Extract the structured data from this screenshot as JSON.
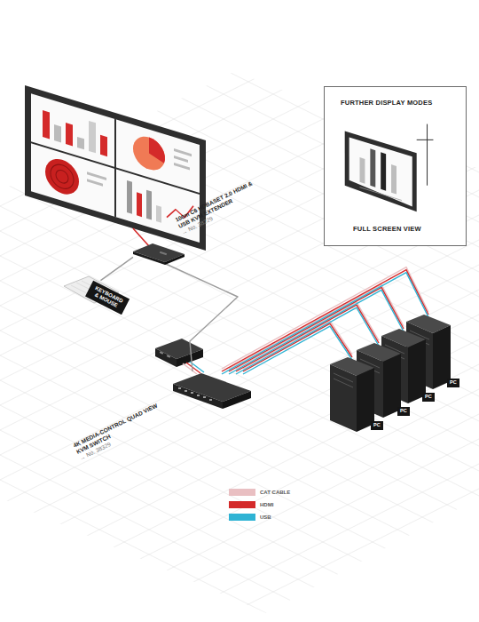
{
  "diagram": {
    "nodes": [
      {
        "text": [
          "FURTHER DISPLAY MODES",
          "FULL SCREEN VIEW"
        ]
      },
      {
        "text": [
          "100m C6 HDBASET 2.0 HDMI & USB KVM EXTENDER",
          "→ No. 38229"
        ]
      },
      {
        "text": [
          "KEYBOARD & MOUSE"
        ]
      },
      {
        "text": [
          "4K MEDIA-CONTROL QUAD VIEW KVM SWITCH",
          "→ No. 38329"
        ]
      },
      {
        "text": [
          "PC"
        ]
      },
      {
        "text": [
          "PC"
        ]
      },
      {
        "text": [
          "PC"
        ]
      },
      {
        "text": [
          "PC"
        ]
      }
    ],
    "edges": [
      {
        "from": 1,
        "to": 2,
        "arrow": "none"
      },
      {
        "from": 1,
        "to": 3,
        "arrow": "none"
      },
      {
        "from": 3,
        "to": 4,
        "arrow": "none"
      },
      {
        "from": 3,
        "to": 5,
        "arrow": "none"
      },
      {
        "from": 3,
        "to": 6,
        "arrow": "none"
      },
      {
        "from": 3,
        "to": 7,
        "arrow": "none"
      }
    ],
    "legend": [
      {
        "text": "CAT CABLE",
        "color": "#e9bfc2"
      },
      {
        "text": "HDMI",
        "color": "#d42a2a"
      },
      {
        "text": "USB",
        "color": "#2fb3d4"
      }
    ]
  }
}
